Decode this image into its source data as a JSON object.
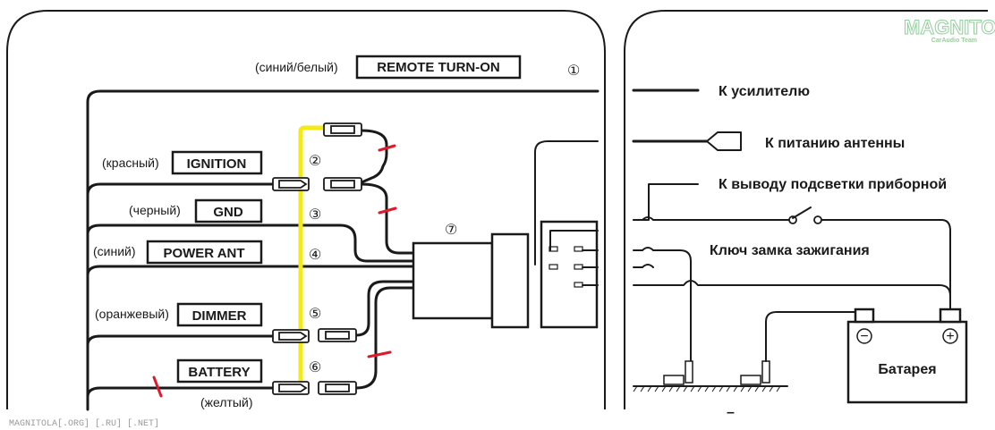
{
  "left_labels": {
    "remote": {
      "color": "(синий/белый)",
      "name": "REMOTE TURN-ON",
      "number": "①"
    },
    "ignition": {
      "color": "(красный)",
      "name": "IGNITION",
      "number": "②"
    },
    "gnd": {
      "color": "(черный)",
      "name": "GND",
      "number": "③"
    },
    "power_ant": {
      "color": "(синий)",
      "name": "POWER ANT",
      "number": "④"
    },
    "dimmer": {
      "color": "(оранжевый)",
      "name": "DIMMER",
      "number": "⑤"
    },
    "battery": {
      "color": "(желтый)",
      "name": "BATTERY",
      "number": "⑥"
    },
    "connector": {
      "number": "⑦"
    }
  },
  "right_labels": {
    "amplifier": "К усилителю",
    "antenna": "К питанию антенны",
    "dash_light": "К выводу подсветки приборной",
    "ignition_key": "Ключ замка зажигания",
    "battery": "Батарея",
    "battery_minus": "−",
    "battery_plus": "+",
    "bottom_cut": "–"
  },
  "logo": {
    "main": "MAGNITOLA",
    "sub": "CarAudio Team"
  },
  "watermark": "MAGNITOLA[.ORG] [.RU] [.NET]",
  "colors": {
    "wire": "#1a1a1a",
    "cut_mark": "#e0182c",
    "battery_jumper": "#f3ea17",
    "logo": "#8fcf9a"
  }
}
